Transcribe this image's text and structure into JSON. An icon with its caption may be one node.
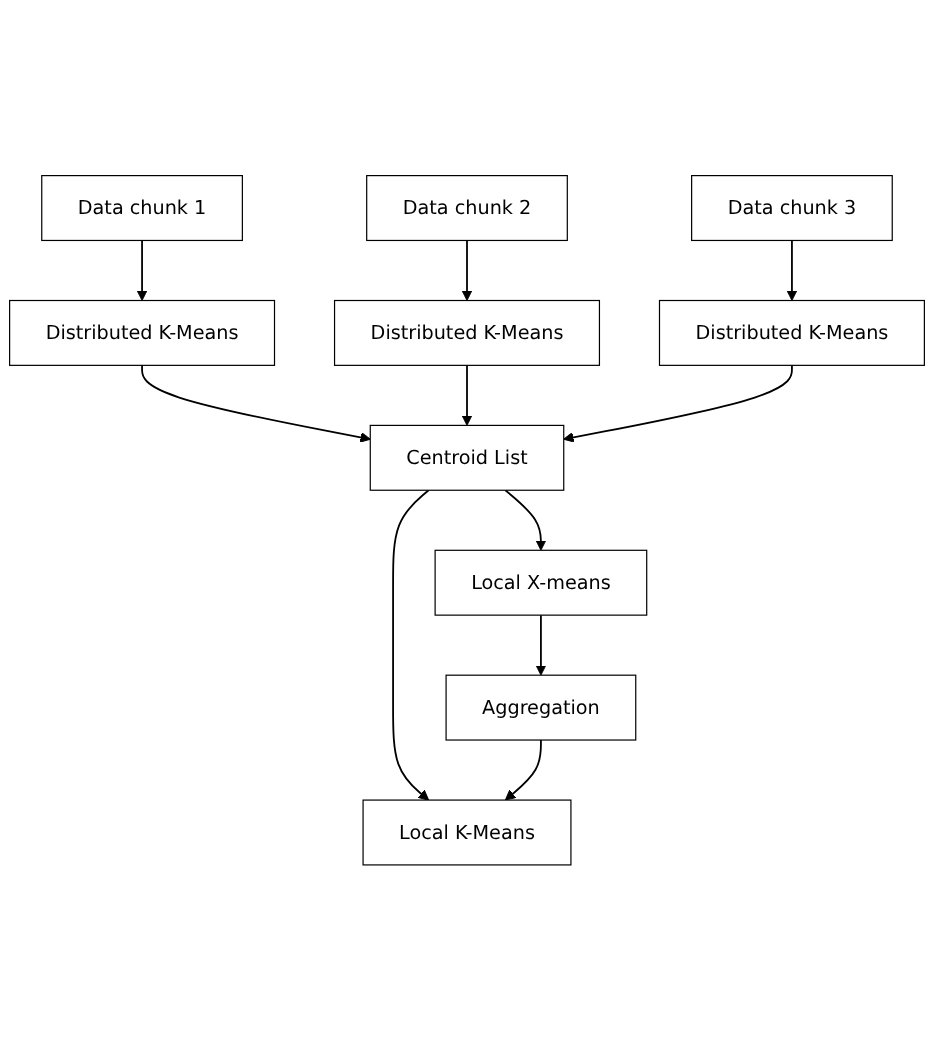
{
  "diagram": {
    "nodes": [
      {
        "text": [
          "Data chunk 1"
        ]
      },
      {
        "text": [
          "Data chunk 2"
        ]
      },
      {
        "text": [
          "Data chunk 3"
        ]
      },
      {
        "text": [
          "Distributed K-Means"
        ]
      },
      {
        "text": [
          "Distributed K-Means"
        ]
      },
      {
        "text": [
          "Distributed K-Means"
        ]
      },
      {
        "text": [
          "Centroid List"
        ]
      },
      {
        "text": [
          "Local K-Means"
        ]
      },
      {
        "text": [
          "Local X-means"
        ]
      },
      {
        "text": [
          "Aggregation"
        ]
      }
    ],
    "edges": [
      {
        "from": 0,
        "to": 3,
        "arrow": "to"
      },
      {
        "from": 1,
        "to": 4,
        "arrow": "to"
      },
      {
        "from": 2,
        "to": 5,
        "arrow": "to"
      },
      {
        "from": 3,
        "to": 6,
        "arrow": "to"
      },
      {
        "from": 4,
        "to": 6,
        "arrow": "to"
      },
      {
        "from": 5,
        "to": 6,
        "arrow": "to"
      },
      {
        "from": 6,
        "to": 7,
        "arrow": "to"
      },
      {
        "from": 6,
        "to": 8,
        "arrow": "to"
      },
      {
        "from": 8,
        "to": 9,
        "arrow": "to"
      },
      {
        "from": 9,
        "to": 7,
        "arrow": "to"
      }
    ]
  }
}
